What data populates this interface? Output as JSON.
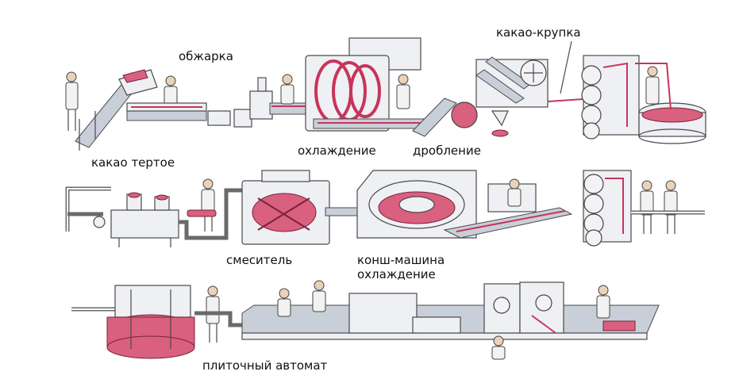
{
  "labels": {
    "roasting": "обжарка",
    "cocoa_nibs": "какао-крупка",
    "cocoa_liquor": "какао тертое",
    "cooling_1": "охлаждение",
    "crushing": "дробление",
    "mixer": "смеситель",
    "conche": "конш-машина",
    "cooling_2": "охлаждение",
    "tablet_machine": "плиточный автомат"
  },
  "colors": {
    "chocolate": "#d9607f",
    "chocolate_dark": "#c8345a",
    "outline": "#4a4a4a",
    "machine_fill": "#eef0f4",
    "belt": "#c9cfd8"
  },
  "icons": [
    "worker-icon",
    "conveyor-icon",
    "roller-mill-icon",
    "pipe-icon",
    "tank-icon"
  ]
}
